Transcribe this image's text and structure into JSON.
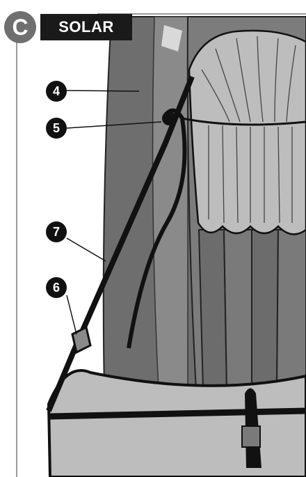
{
  "section": {
    "letter": "C",
    "title": "SOLAR"
  },
  "callouts": [
    {
      "id": "callout-4",
      "label": "4"
    },
    {
      "id": "callout-5",
      "label": "5"
    },
    {
      "id": "callout-7",
      "label": "7"
    },
    {
      "id": "callout-6",
      "label": "6"
    }
  ],
  "colors": {
    "dark_panel": "#6e6e6e",
    "mid_panel": "#8c8c8c",
    "light_fabric": "#bdbdbd",
    "strap": "#111111",
    "badge_bg": "#6f6f6f",
    "title_bg": "#1a1a1a"
  }
}
